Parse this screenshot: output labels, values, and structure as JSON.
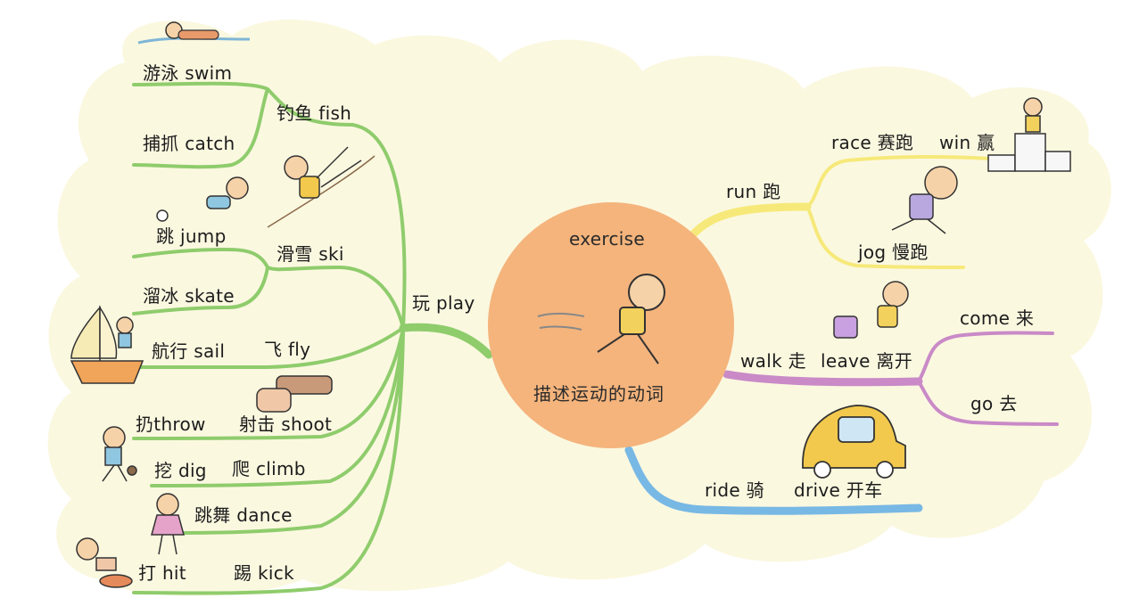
{
  "center": {
    "title": "exercise",
    "subtitle": "描述运动的动词"
  },
  "colors": {
    "background": "#fbf8e0",
    "play_branch": "#8fcc6c",
    "run_branch": "#f6e97a",
    "walk_branch": "#c98ac7",
    "ride_branch": "#78b8e4",
    "center_circle": "#f4b47c"
  },
  "branches": {
    "play": {
      "label": "玩 play",
      "items": {
        "swim": "游泳 swim",
        "fish": "钓鱼 fish",
        "catch": "捕抓 catch",
        "jump": "跳 jump",
        "ski": "滑雪 ski",
        "skate": "溜冰 skate",
        "sail": "航行 sail",
        "fly": "飞 fly",
        "throw": "扔throw",
        "shoot": "射击 shoot",
        "dig": "挖 dig",
        "climb": "爬 climb",
        "dance": "跳舞 dance",
        "hit": "打 hit",
        "kick": "踢 kick"
      }
    },
    "run": {
      "label": "run 跑",
      "items": {
        "race": "race 赛跑",
        "win": "win 赢",
        "jog": "jog 慢跑"
      }
    },
    "walk": {
      "label": "walk 走",
      "items": {
        "leave": "leave 离开",
        "come": "come 来",
        "go": "go 去"
      }
    },
    "ride": {
      "label": "ride 骑",
      "items": {
        "drive": "drive 开车"
      }
    }
  },
  "icons": [
    "swimmer-icon",
    "skier-icon",
    "jumper-icon",
    "sailboat-icon",
    "hand-gun-icon",
    "thrower-icon",
    "dancer-icon",
    "hitter-icon",
    "runner-icon",
    "jogger-icon",
    "podium-icon",
    "walker-icon",
    "car-icon"
  ]
}
